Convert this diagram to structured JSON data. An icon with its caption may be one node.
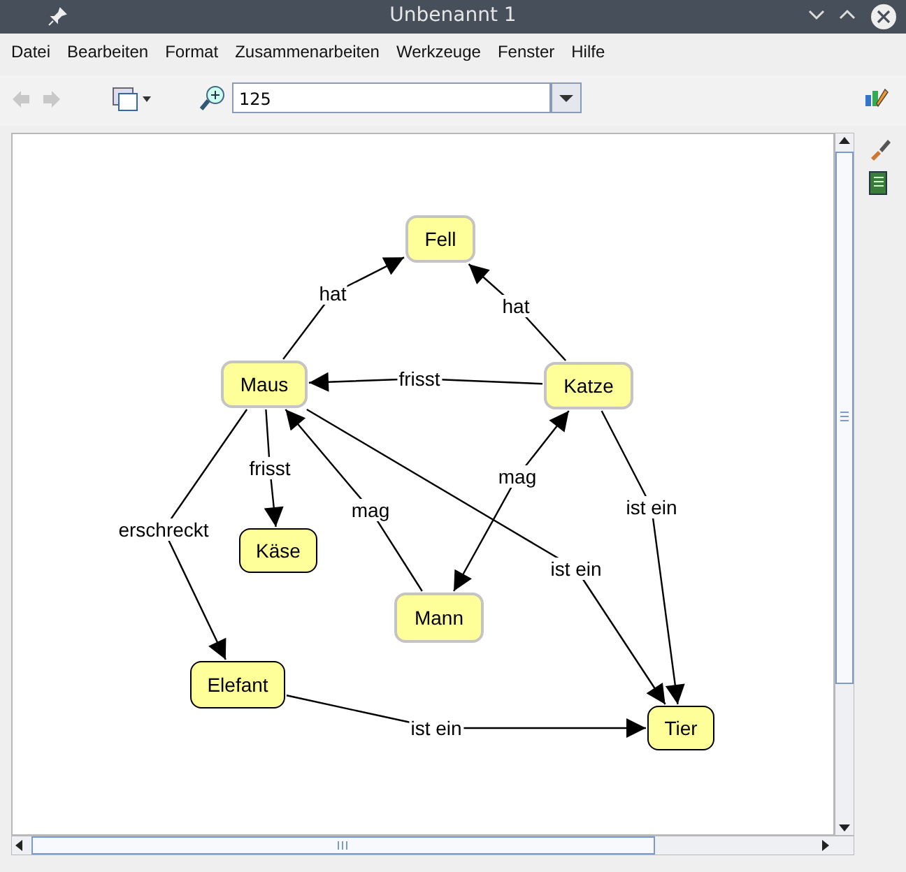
{
  "diagram": {
    "nodes": [
      {
        "text": [
          "Fell"
        ]
      },
      {
        "text": [
          "Maus"
        ]
      },
      {
        "text": [
          "Katze"
        ]
      },
      {
        "text": [
          "Käse"
        ]
      },
      {
        "text": [
          "Mann"
        ]
      },
      {
        "text": [
          "Elefant"
        ]
      },
      {
        "text": [
          "Tier"
        ]
      }
    ],
    "edges": [
      {
        "from": 1,
        "to": 0,
        "arrow": "to",
        "label": "hat"
      },
      {
        "from": 2,
        "to": 0,
        "arrow": "to",
        "label": "hat"
      },
      {
        "from": 2,
        "to": 1,
        "arrow": "to",
        "label": "frisst"
      },
      {
        "from": 1,
        "to": 3,
        "arrow": "to",
        "label": "frisst"
      },
      {
        "from": 1,
        "to": 5,
        "arrow": "to",
        "label": "erschreckt"
      },
      {
        "from": 4,
        "to": 1,
        "arrow": "to",
        "label": "mag"
      },
      {
        "from": 4,
        "to": 2,
        "arrow": "both",
        "label": "mag"
      },
      {
        "from": 1,
        "to": 6,
        "arrow": "to",
        "label": "ist ein"
      },
      {
        "from": 2,
        "to": 6,
        "arrow": "to",
        "label": "ist ein"
      },
      {
        "from": 5,
        "to": 6,
        "arrow": "to",
        "label": "ist ein"
      }
    ],
    "labels": [
      "Unbenannt 1",
      "Datei",
      "Bearbeiten",
      "Format",
      "Zusammenarbeiten",
      "Werkzeuge",
      "Fenster",
      "Hilfe",
      "125"
    ]
  }
}
